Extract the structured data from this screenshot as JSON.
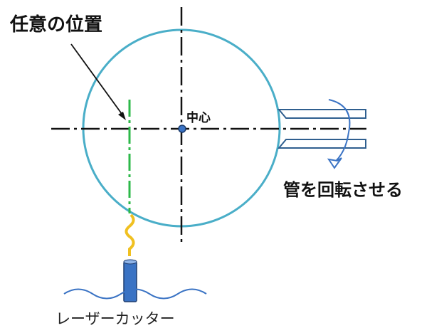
{
  "labels": {
    "arbitrary_position": "任意の位置",
    "center": "中心",
    "rotate_tube": "管を回転させる",
    "laser_cutter": "レーザーカッター"
  },
  "colors": {
    "circle": "#4aaec8",
    "centerline": "#111111",
    "cut_line": "#2db84a",
    "laser_body": "#3a73c4",
    "laser_beam": "#f0c020",
    "tube": "#2f5f8f",
    "arrow": "#3a73c4",
    "wave": "#3a73c4"
  }
}
